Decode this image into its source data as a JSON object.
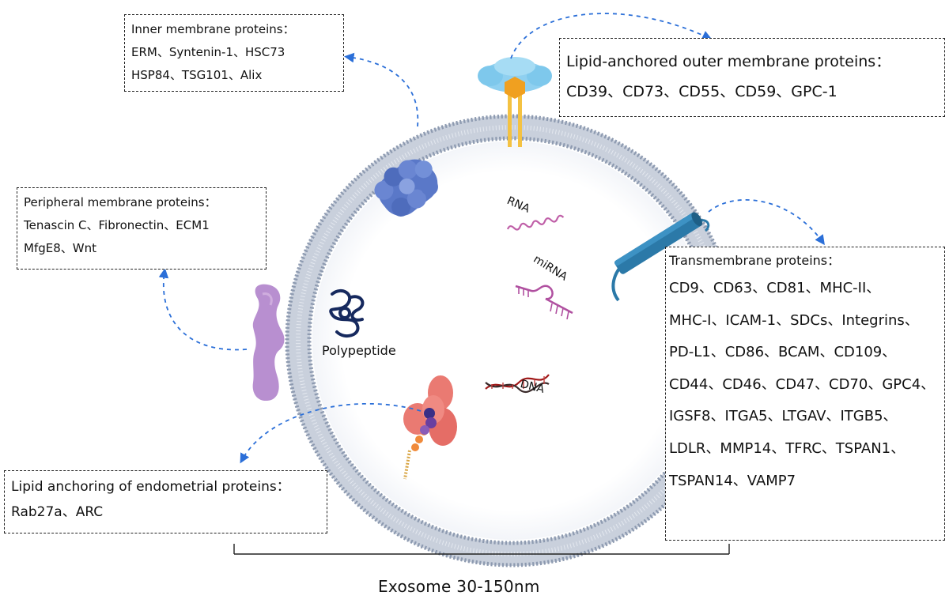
{
  "boxes": {
    "inner": {
      "title": "Inner membrane proteins：",
      "lines": [
        "ERM、Syntenin-1、HSC73",
        "HSP84、TSG101、Alix"
      ]
    },
    "lipid_outer": {
      "title": "Lipid-anchored outer membrane proteins：",
      "lines": [
        "CD39、CD73、CD55、CD59、GPC-1"
      ]
    },
    "peripheral": {
      "title": "Peripheral membrane proteins：",
      "lines": [
        "Tenascin C、Fibronectin、ECM1",
        "MfgE8、Wnt"
      ]
    },
    "transmembrane": {
      "title": "Transmembrane proteins：",
      "lines": [
        "CD9、CD63、CD81、MHC-II、",
        "MHC-I、ICAM-1、SDCs、Integrins、",
        "PD-L1、CD86、BCAM、CD109、",
        "CD44、CD46、CD47、CD70、GPC4、",
        "IGSF8、ITGA5、LTGAV、ITGB5、",
        "LDLR、MMP14、TFRC、TSPAN1、",
        "TSPAN14、VAMP7"
      ]
    },
    "endometrial": {
      "title": "Lipid anchoring of endometrial proteins：",
      "lines": [
        "Rab27a、ARC"
      ]
    }
  },
  "labels": {
    "rna": "RNA",
    "mirna": "miRNA",
    "dna": "DNA",
    "polypeptide": "Polypeptide"
  },
  "caption": "Exosome  30-150nm",
  "colors": {
    "membrane": "#9aa6ba",
    "arrow": "#2b6fd8",
    "inner_protein": "#5a78c8",
    "peripheral_protein": "#b88fd0",
    "lipid_anchored_cap": "#7ec8ec",
    "anchor_core": "#f0a020",
    "transmembrane_helix": "#2b79a8",
    "endometrial_protein": "#ea7a72",
    "polypeptide": "#16295e",
    "rna": "#c060a8",
    "dna": "#a01818"
  }
}
